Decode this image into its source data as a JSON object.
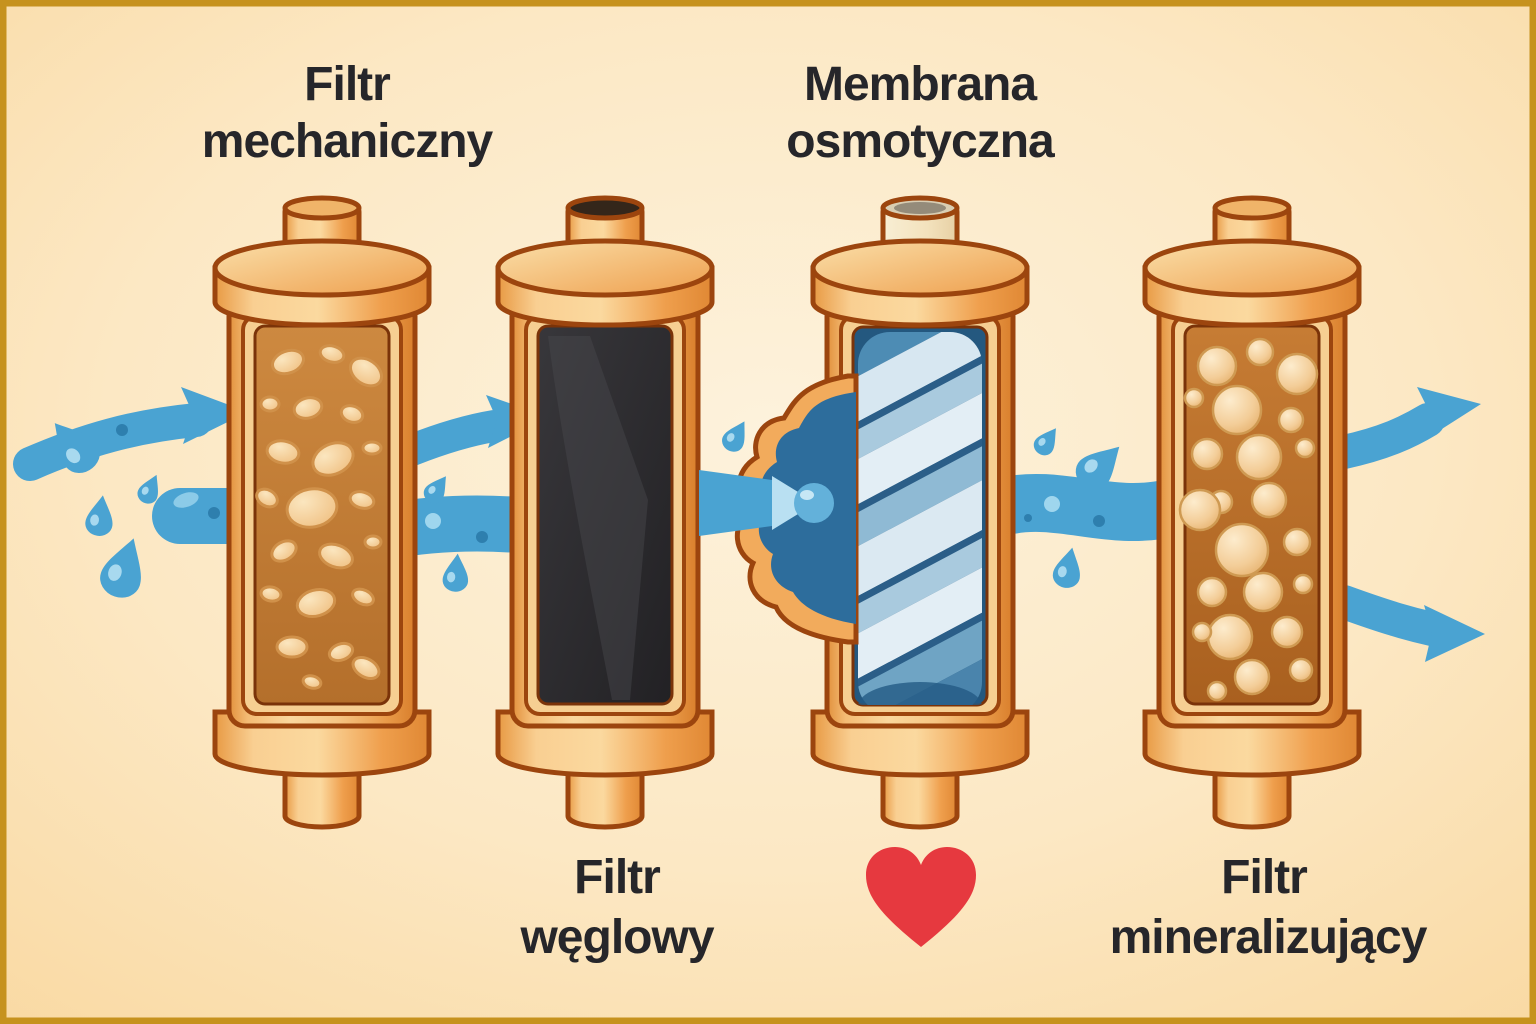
{
  "diagram": {
    "type": "water-filtration-stages-illustration",
    "filters": [
      {
        "name": "mechanical-filter",
        "label_line1": "Filtr",
        "label_line2": "mechaniczny",
        "label_position": "top",
        "media": "sediment-granules"
      },
      {
        "name": "carbon-filter",
        "label_line1": "Filtr",
        "label_line2": "węglowy",
        "label_position": "bottom",
        "media": "carbon-block"
      },
      {
        "name": "osmotic-membrane",
        "label_line1": "Membrana",
        "label_line2": "osmotyczna",
        "label_position": "top",
        "media": "spiral-wound-membrane"
      },
      {
        "name": "mineralizing-filter",
        "label_line1": "Filtr",
        "label_line2": "mineralizujący",
        "label_position": "bottom",
        "media": "mineral-balls"
      }
    ],
    "icons": {
      "heart": "heart-icon",
      "water_flow": "blue arrows and droplets showing water path left to right"
    },
    "colors": {
      "frame_gold": "#c6921e",
      "background_cream": "#fce8c4",
      "cartridge_orange": "#f2a957",
      "cartridge_outline": "#9c450e",
      "water_blue": "#4aa3d2",
      "membrane_blue": "#2d6d9c",
      "carbon_black": "#2e2d2f",
      "mineral_tan": "#f3cd98",
      "heart_red": "#e6393f",
      "text_dark": "#26262a"
    }
  }
}
